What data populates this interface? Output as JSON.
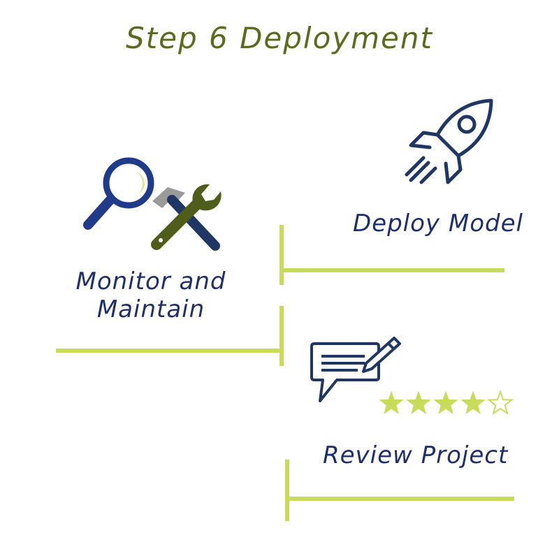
{
  "title": "Step 6 Deployment",
  "steps": [
    {
      "label": "Deploy Model",
      "icon": "rocket-icon"
    },
    {
      "label_line1": "Monitor and",
      "label_line2": "Maintain",
      "icons": [
        "magnifier-icon",
        "hammer-icon",
        "wrench-icon"
      ]
    },
    {
      "label": "Review Project",
      "icon": "speech-bubble-pencil-icon",
      "rating": {
        "filled": 4,
        "total": 5
      }
    }
  ],
  "colors": {
    "title": "#5a6b1e",
    "label": "#1f2f6e",
    "rule": "#c8dc5a",
    "star": "#c8dc5a",
    "icon_navy": "#1f3764",
    "icon_olive": "#4e5e1a"
  }
}
